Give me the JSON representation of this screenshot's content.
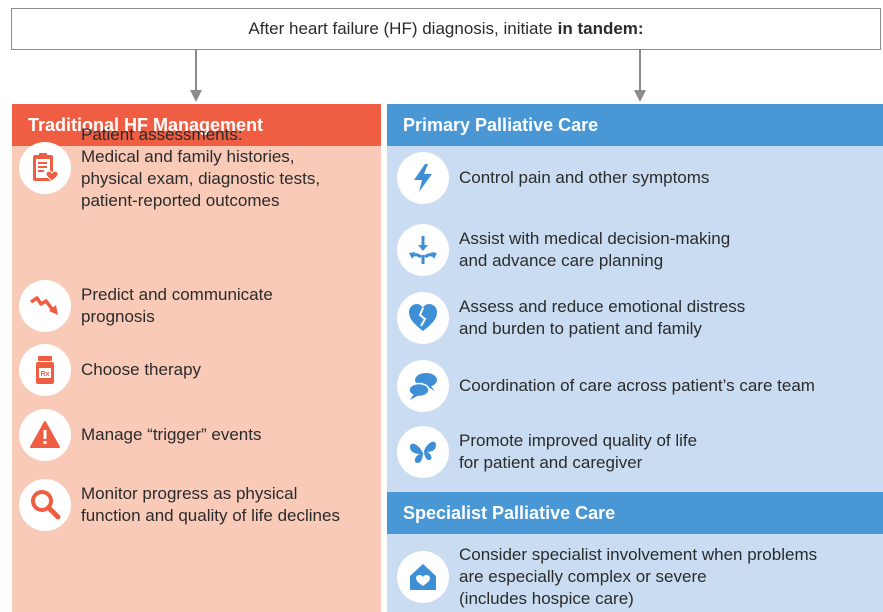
{
  "top": {
    "text": "After heart failure (HF) diagnosis, initiate",
    "bold": "in tandem:"
  },
  "left": {
    "header": "Traditional HF Management",
    "items": [
      {
        "icon": "clipboard-heart-icon",
        "lines": [
          "Patient assessments:",
          "Medical and family histories,",
          "physical exam, diagnostic tests,",
          "patient-reported outcomes"
        ]
      },
      {
        "icon": "declining-trend-icon",
        "lines": [
          "Predict and communicate",
          "prognosis"
        ]
      },
      {
        "icon": "prescription-bottle-icon",
        "lines": [
          "Choose therapy"
        ]
      },
      {
        "icon": "warning-icon",
        "lines": [
          "Manage “trigger” events"
        ]
      },
      {
        "icon": "magnifier-icon",
        "lines": [
          "Monitor progress as physical",
          "function and quality of life declines"
        ]
      }
    ]
  },
  "right": {
    "header": "Primary Palliative Care",
    "items": [
      {
        "icon": "lightning-icon",
        "lines": [
          "Control pain and other symptoms"
        ]
      },
      {
        "icon": "fork-arrows-icon",
        "lines": [
          "Assist with medical decision-making",
          "and advance care planning"
        ]
      },
      {
        "icon": "broken-heart-icon",
        "lines": [
          "Assess and reduce emotional distress",
          "and burden to patient and family"
        ]
      },
      {
        "icon": "speech-bubbles-icon",
        "lines": [
          "Coordination of care across patient’s care team"
        ]
      },
      {
        "icon": "butterfly-icon",
        "lines": [
          "Promote improved quality of life",
          "for patient and caregiver"
        ]
      }
    ],
    "specialist_header": "Specialist Palliative Care",
    "specialist_item": {
      "icon": "home-heart-icon",
      "lines": [
        "Consider specialist involvement when problems",
        "are especially complex or severe",
        "(includes hospice care)"
      ]
    }
  },
  "colors": {
    "red": "#ef5e42",
    "salmon": "#f8cab7",
    "blue": "#4a97d6",
    "lightblue": "#c9dcf2",
    "iconblue": "#3f8fd6",
    "gray": "#8c8c8c"
  }
}
